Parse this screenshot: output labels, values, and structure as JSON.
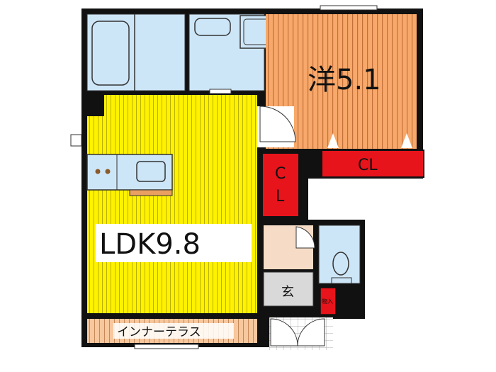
{
  "rooms": {
    "western": {
      "label": "洋5.1"
    },
    "ldk": {
      "label": "LDK9.8"
    },
    "closet_west": {
      "label": "CL"
    },
    "closet_hall_top": {
      "label": "C"
    },
    "closet_hall_bottom": {
      "label": "L"
    },
    "entrance": {
      "label": "玄"
    },
    "terrace": {
      "label": "インナーテラス"
    },
    "shoe_box": {
      "label": "物入"
    }
  },
  "colors": {
    "ldk_floor": "#fff200",
    "western_floor": "#f7a86a",
    "closet": "#e8141b",
    "wet_area": "#cde6f7",
    "terrace_floor": "#f7c79d",
    "entrance_floor": "#f6dcc6",
    "wall": "#111111"
  }
}
